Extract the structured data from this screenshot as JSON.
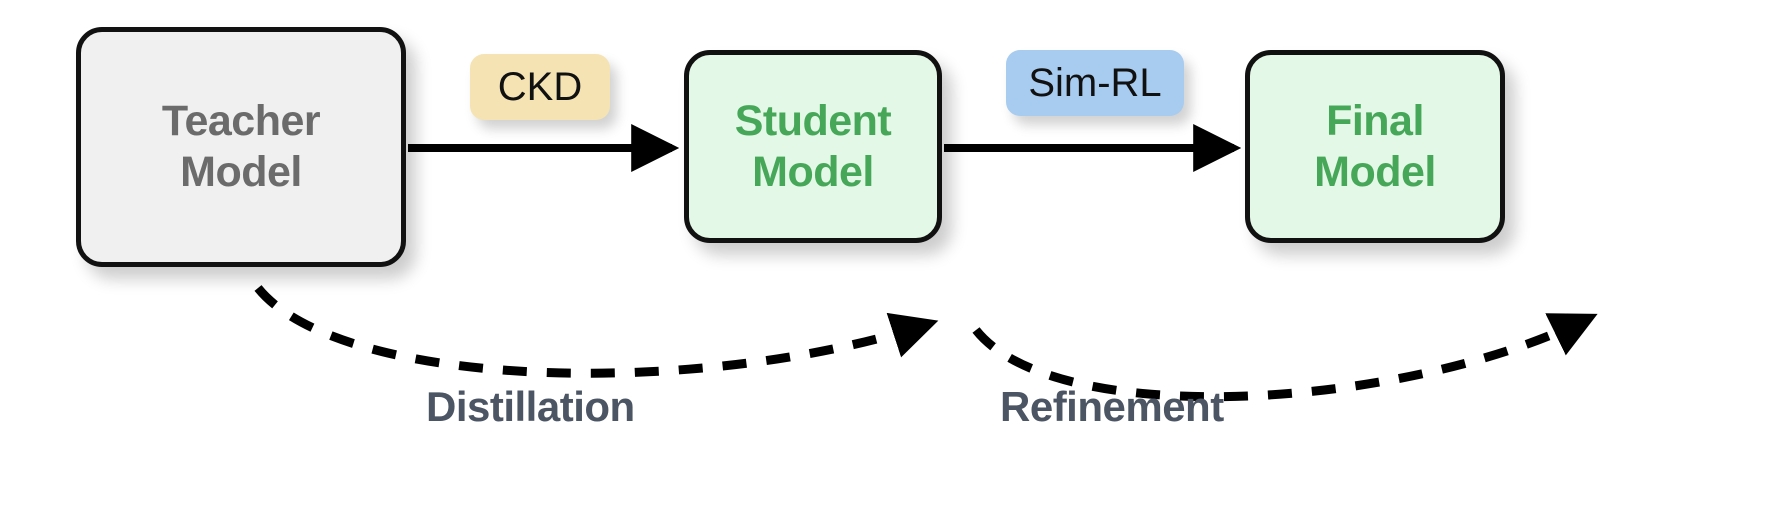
{
  "diagram": {
    "title": "Teacher-Student distillation and refinement pipeline",
    "background_color": "#FFFFFF",
    "nodes": [
      {
        "id": "teacher",
        "label": "Teacher\nModel",
        "fill": "#F0F0F0",
        "text_color": "#6B6B6B",
        "border_color": "#111111"
      },
      {
        "id": "student",
        "label": "Student\nModel",
        "fill": "#E3F8E6",
        "text_color": "#46A759",
        "border_color": "#111111"
      },
      {
        "id": "final",
        "label": "Final\nModel",
        "fill": "#E3F8E6",
        "text_color": "#46A759",
        "border_color": "#111111"
      }
    ],
    "edge_chips": [
      {
        "id": "ckd",
        "label": "CKD",
        "fill": "#F5E3B4",
        "text_color": "#111111"
      },
      {
        "id": "sim-rl",
        "label": "Sim-RL",
        "fill": "#A8CCF0",
        "text_color": "#111111"
      }
    ],
    "curve_captions": [
      {
        "id": "distillation",
        "label": "Distillation",
        "text_color": "#4B5563"
      },
      {
        "id": "refinement",
        "label": "Refinement",
        "text_color": "#4B5563"
      }
    ],
    "arrows": [
      {
        "id": "teacher-to-student",
        "style": "solid",
        "color": "#000000"
      },
      {
        "id": "student-to-final",
        "style": "solid",
        "color": "#000000"
      },
      {
        "id": "teacher-to-student-dashed",
        "style": "dashed",
        "color": "#000000"
      },
      {
        "id": "student-to-final-dashed",
        "style": "dashed",
        "color": "#000000"
      }
    ]
  }
}
